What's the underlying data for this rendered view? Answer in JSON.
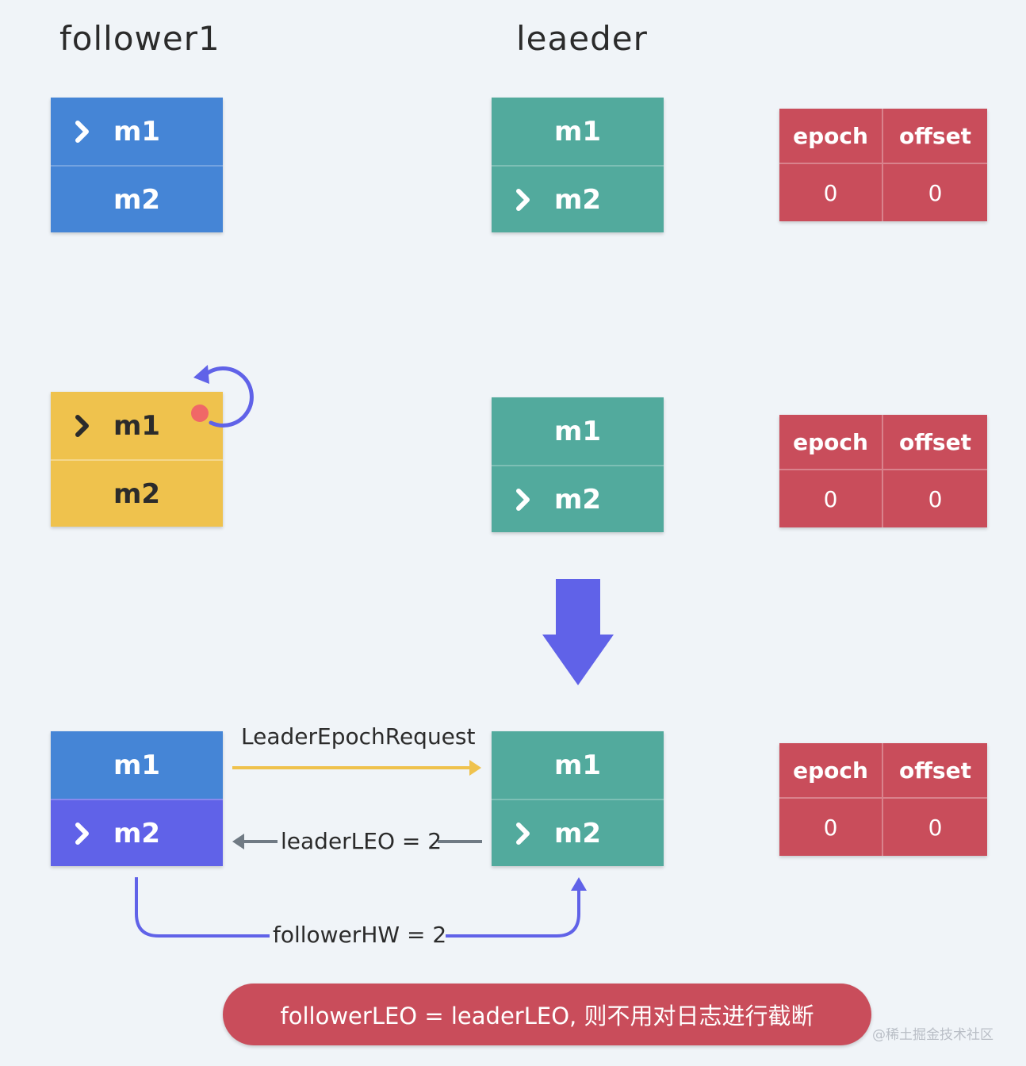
{
  "titles": {
    "follower": "follower1",
    "leader": "leaeder"
  },
  "rows": [
    {
      "follower": [
        "m1",
        "m2"
      ],
      "leader": [
        "m1",
        "m2"
      ],
      "epoch_table": {
        "headers": [
          "epoch",
          "offset"
        ],
        "values": [
          "0",
          "0"
        ]
      }
    },
    {
      "follower": [
        "m1",
        "m2"
      ],
      "leader": [
        "m1",
        "m2"
      ],
      "epoch_table": {
        "headers": [
          "epoch",
          "offset"
        ],
        "values": [
          "0",
          "0"
        ]
      }
    },
    {
      "follower": [
        "m1",
        "m2"
      ],
      "leader": [
        "m1",
        "m2"
      ],
      "epoch_table": {
        "headers": [
          "epoch",
          "offset"
        ],
        "values": [
          "0",
          "0"
        ]
      }
    }
  ],
  "arrows": {
    "request": "LeaderEpochRequest",
    "leader_leo": "leaderLEO = 2",
    "follower_hw": "followerHW = 2"
  },
  "conclusion": "followerLEO = leaderLEO, 则不用对日志进行截断",
  "watermark": "@稀土掘金技术社区",
  "colors": {
    "follower_block": "#4585d6",
    "leader_block": "#52aa9d",
    "truncating_block": "#efc24d",
    "new_message": "#6062e8",
    "epoch_table": "#c94d5b",
    "request_arrow": "#efc24d",
    "response_arrow": "#707a84",
    "hw_arrow": "#6062e8",
    "down_arrow": "#6062e8",
    "marker_dot": "#f06767"
  }
}
